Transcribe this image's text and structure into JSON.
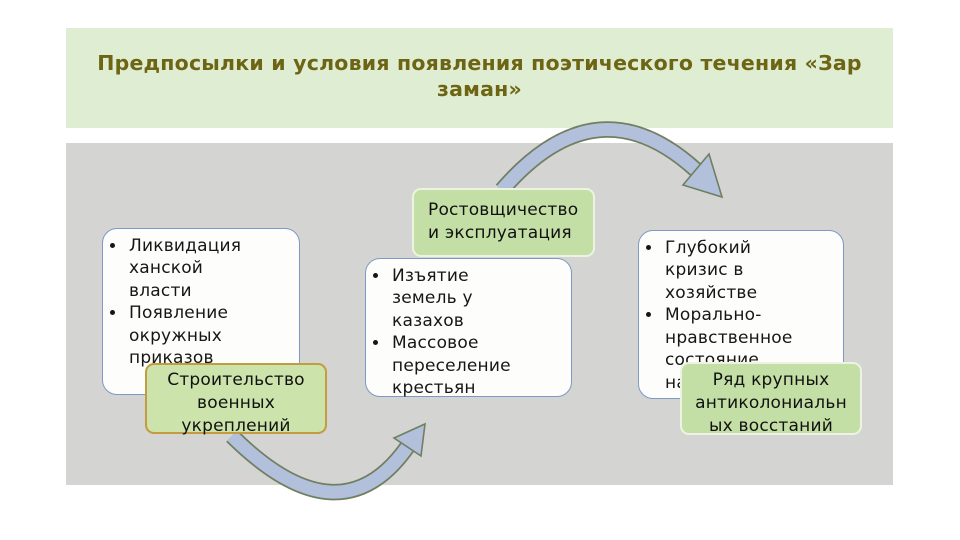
{
  "slide": {
    "title": "Предпосылки и условия появления поэтического течения «Зар\nзаман»",
    "columns": [
      {
        "items": [
          "Ликвидация ханской власти",
          "Появление окружных приказов"
        ]
      },
      {
        "items": [
          "Изъятие земель у казахов",
          "Массовое переселение крестьян"
        ]
      },
      {
        "items": [
          "Глубокий кризис в хозяйстве",
          "Морально-нравственное состояние народа"
        ]
      }
    ],
    "callouts": {
      "fortifications": "Строительство\nвоенных\nукреплений",
      "usury": "Ростовщичество\nи эксплуатация",
      "uprisings": "Ряд крупных\nантиколониальн\nых восстаний"
    },
    "colors": {
      "title_text": "#6d6414",
      "title_band_bg": "#dfeed3",
      "panel_bg": "#d4d4d2",
      "box_bg": "#fdfdfb",
      "box_border": "#7e99c6",
      "callout_bg": "#c4dfa5",
      "callout_fortifications_border": "#c49b3e",
      "arrow_fill": "#b2c0dc",
      "arrow_outline": "#6f7f60"
    }
  }
}
